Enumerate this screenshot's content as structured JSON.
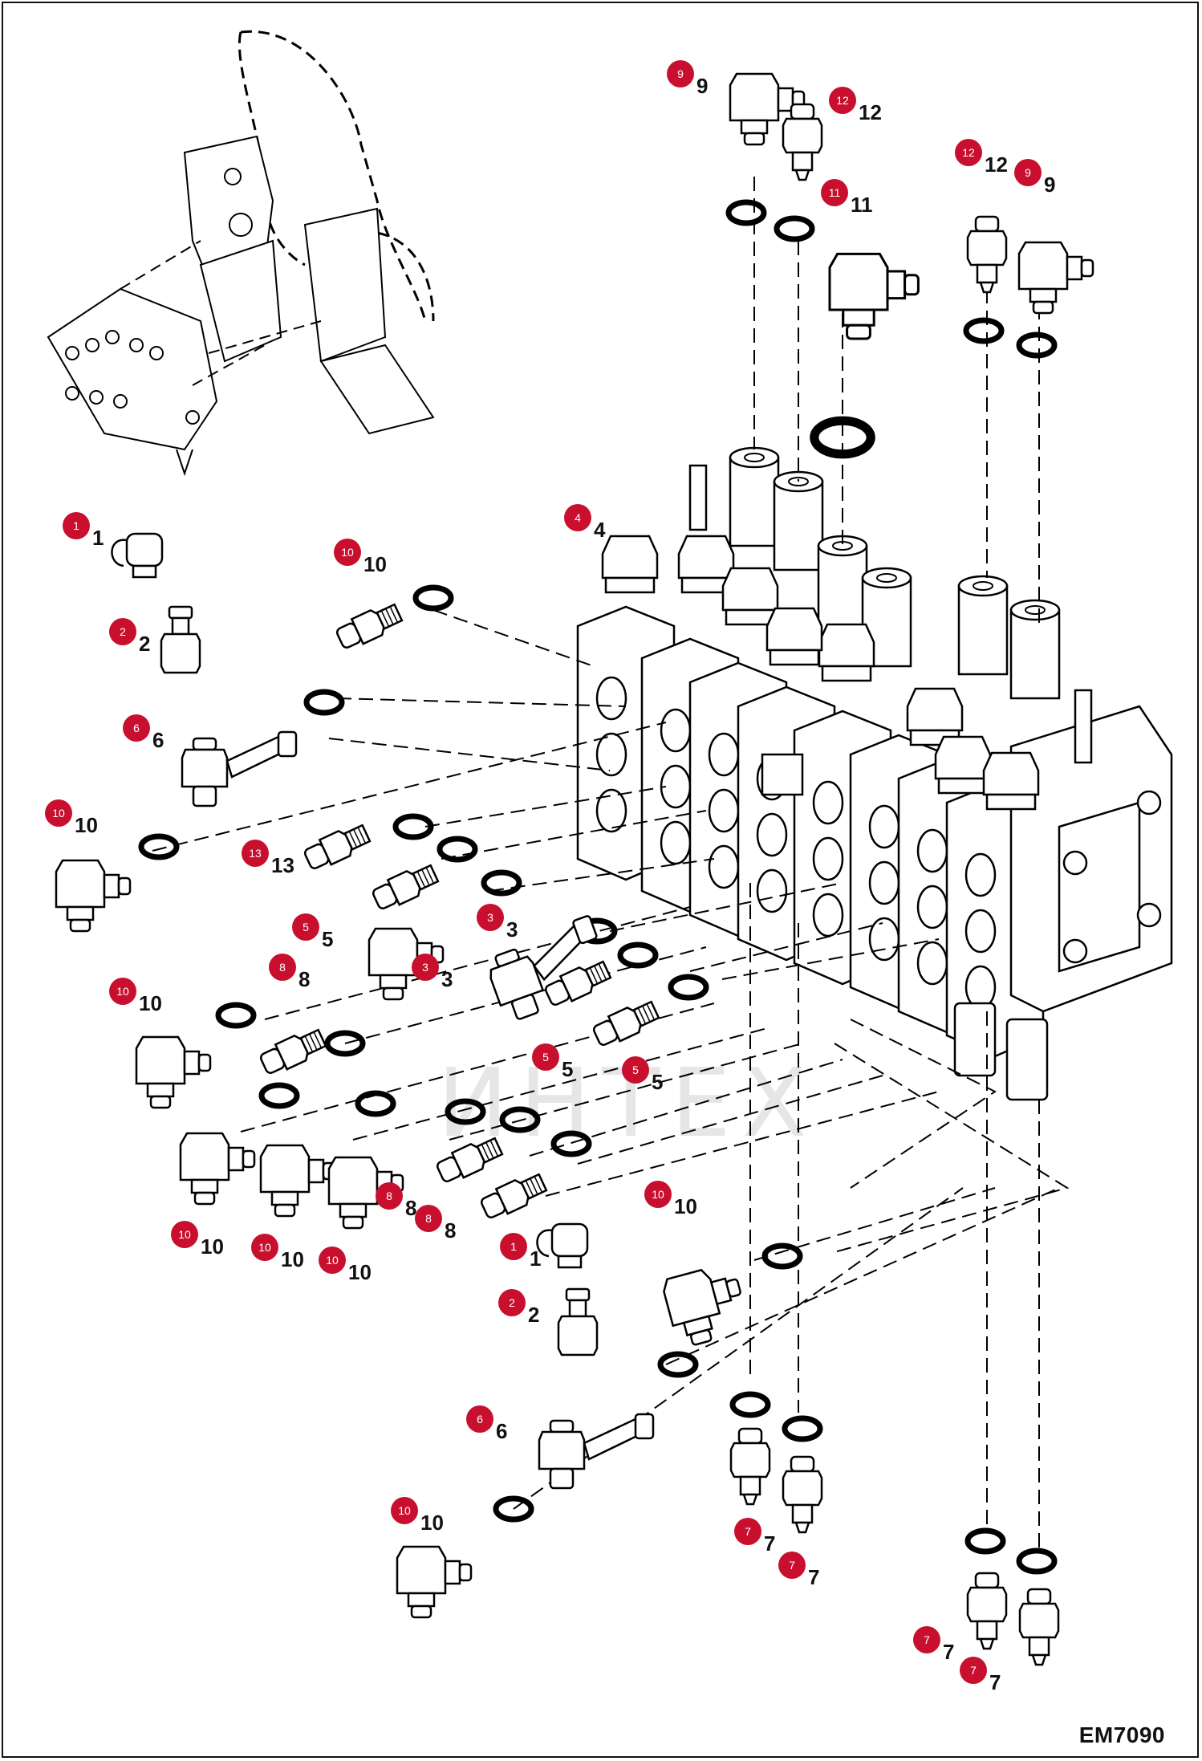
{
  "diagram": {
    "code": "EM7090",
    "watermark": "ИНТЕХ",
    "callouts": [
      {
        "n": "9",
        "text": "9"
      },
      {
        "n": "12",
        "text": "12"
      },
      {
        "n": "11",
        "text": "11"
      },
      {
        "n": "12",
        "text": "12"
      },
      {
        "n": "9",
        "text": "9"
      },
      {
        "n": "4",
        "text": "4"
      },
      {
        "n": "1",
        "text": "1"
      },
      {
        "n": "10",
        "text": "10"
      },
      {
        "n": "2",
        "text": "2"
      },
      {
        "n": "6",
        "text": "6"
      },
      {
        "n": "10",
        "text": "10"
      },
      {
        "n": "13",
        "text": "13"
      },
      {
        "n": "5",
        "text": "5"
      },
      {
        "n": "3",
        "text": "3"
      },
      {
        "n": "3",
        "text": "3"
      },
      {
        "n": "8",
        "text": "8"
      },
      {
        "n": "10",
        "text": "10"
      },
      {
        "n": "5",
        "text": "5"
      },
      {
        "n": "5",
        "text": "5"
      },
      {
        "n": "8",
        "text": "8"
      },
      {
        "n": "8",
        "text": "8"
      },
      {
        "n": "10",
        "text": "10"
      },
      {
        "n": "10",
        "text": "10"
      },
      {
        "n": "10",
        "text": "10"
      },
      {
        "n": "10",
        "text": "10"
      },
      {
        "n": "1",
        "text": "1"
      },
      {
        "n": "2",
        "text": "2"
      },
      {
        "n": "6",
        "text": "6"
      },
      {
        "n": "10",
        "text": "10"
      },
      {
        "n": "7",
        "text": "7"
      },
      {
        "n": "7",
        "text": "7"
      },
      {
        "n": "7",
        "text": "7"
      },
      {
        "n": "7",
        "text": "7"
      }
    ]
  }
}
